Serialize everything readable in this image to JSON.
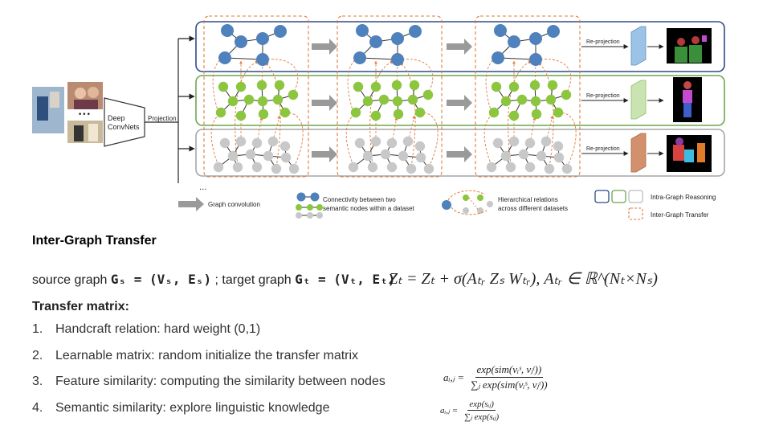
{
  "diagram": {
    "input_label_top": "Deep",
    "input_label_bottom": "ConvNets",
    "input_ellipsis": "•••",
    "projection_label": "Projection",
    "reprojection_labels": [
      "Re-projection",
      "Re-projection",
      "Re-projection"
    ],
    "vertical_ellipsis": "...",
    "legend": {
      "graph_convolution": "Graph convolution",
      "connectivity_line1": "Connectivity between two",
      "connectivity_line2": "semantic nodes within a dataset",
      "hierarchical_line1": "Hierarchical relations",
      "hierarchical_line2": "across different datasets",
      "intra_graph": "Intra-Graph Reasoning",
      "inter_graph": "Inter-Graph Transfer"
    },
    "colors": {
      "blue_node": "#4f81bd",
      "green_node": "#8cc63f",
      "gray_node": "#c8c8c8",
      "blue_frame": "#2e4a86",
      "green_frame": "#6aa84f",
      "gray_frame": "#a6a6a6",
      "orange_dash": "#e07b39"
    }
  },
  "text": {
    "heading": "Inter-Graph Transfer",
    "source_prefix": "source graph ",
    "source_graph": "Gₛ = (Vₛ, Eₛ)",
    "target_prefix": " ; target graph ",
    "target_graph": "Gₜ = (Vₜ, Eₜ)",
    "main_formula": "Zₜ = Zₜ + σ(Aₜᵣ Zₛ Wₜᵣ),   Aₜᵣ ∈ ℝ^(Nₜ×Nₛ)",
    "subheading": "Transfer matrix:",
    "items": [
      {
        "num": "1.",
        "text": "Handcraft relation: hard weight (0,1)"
      },
      {
        "num": "2.",
        "text": "Learnable matrix: random initialize the transfer matrix"
      },
      {
        "num": "3.",
        "text": "Feature similarity: computing the similarity between nodes"
      },
      {
        "num": "4.",
        "text": "Semantic similarity: explore linguistic knowledge"
      }
    ],
    "formula_a": {
      "lhs": "aᵢ,ⱼ =",
      "numerator": "exp(sim(vᵢˢ, vⱼᵗ))",
      "denominator": "∑ⱼ exp(sim(vᵢˢ, vⱼᵗ))"
    },
    "formula_b": {
      "lhs": "aᵢ,ⱼ =",
      "numerator": "exp(sᵢⱼ)",
      "denominator": "∑ⱼ exp(sᵢⱼ)"
    }
  }
}
